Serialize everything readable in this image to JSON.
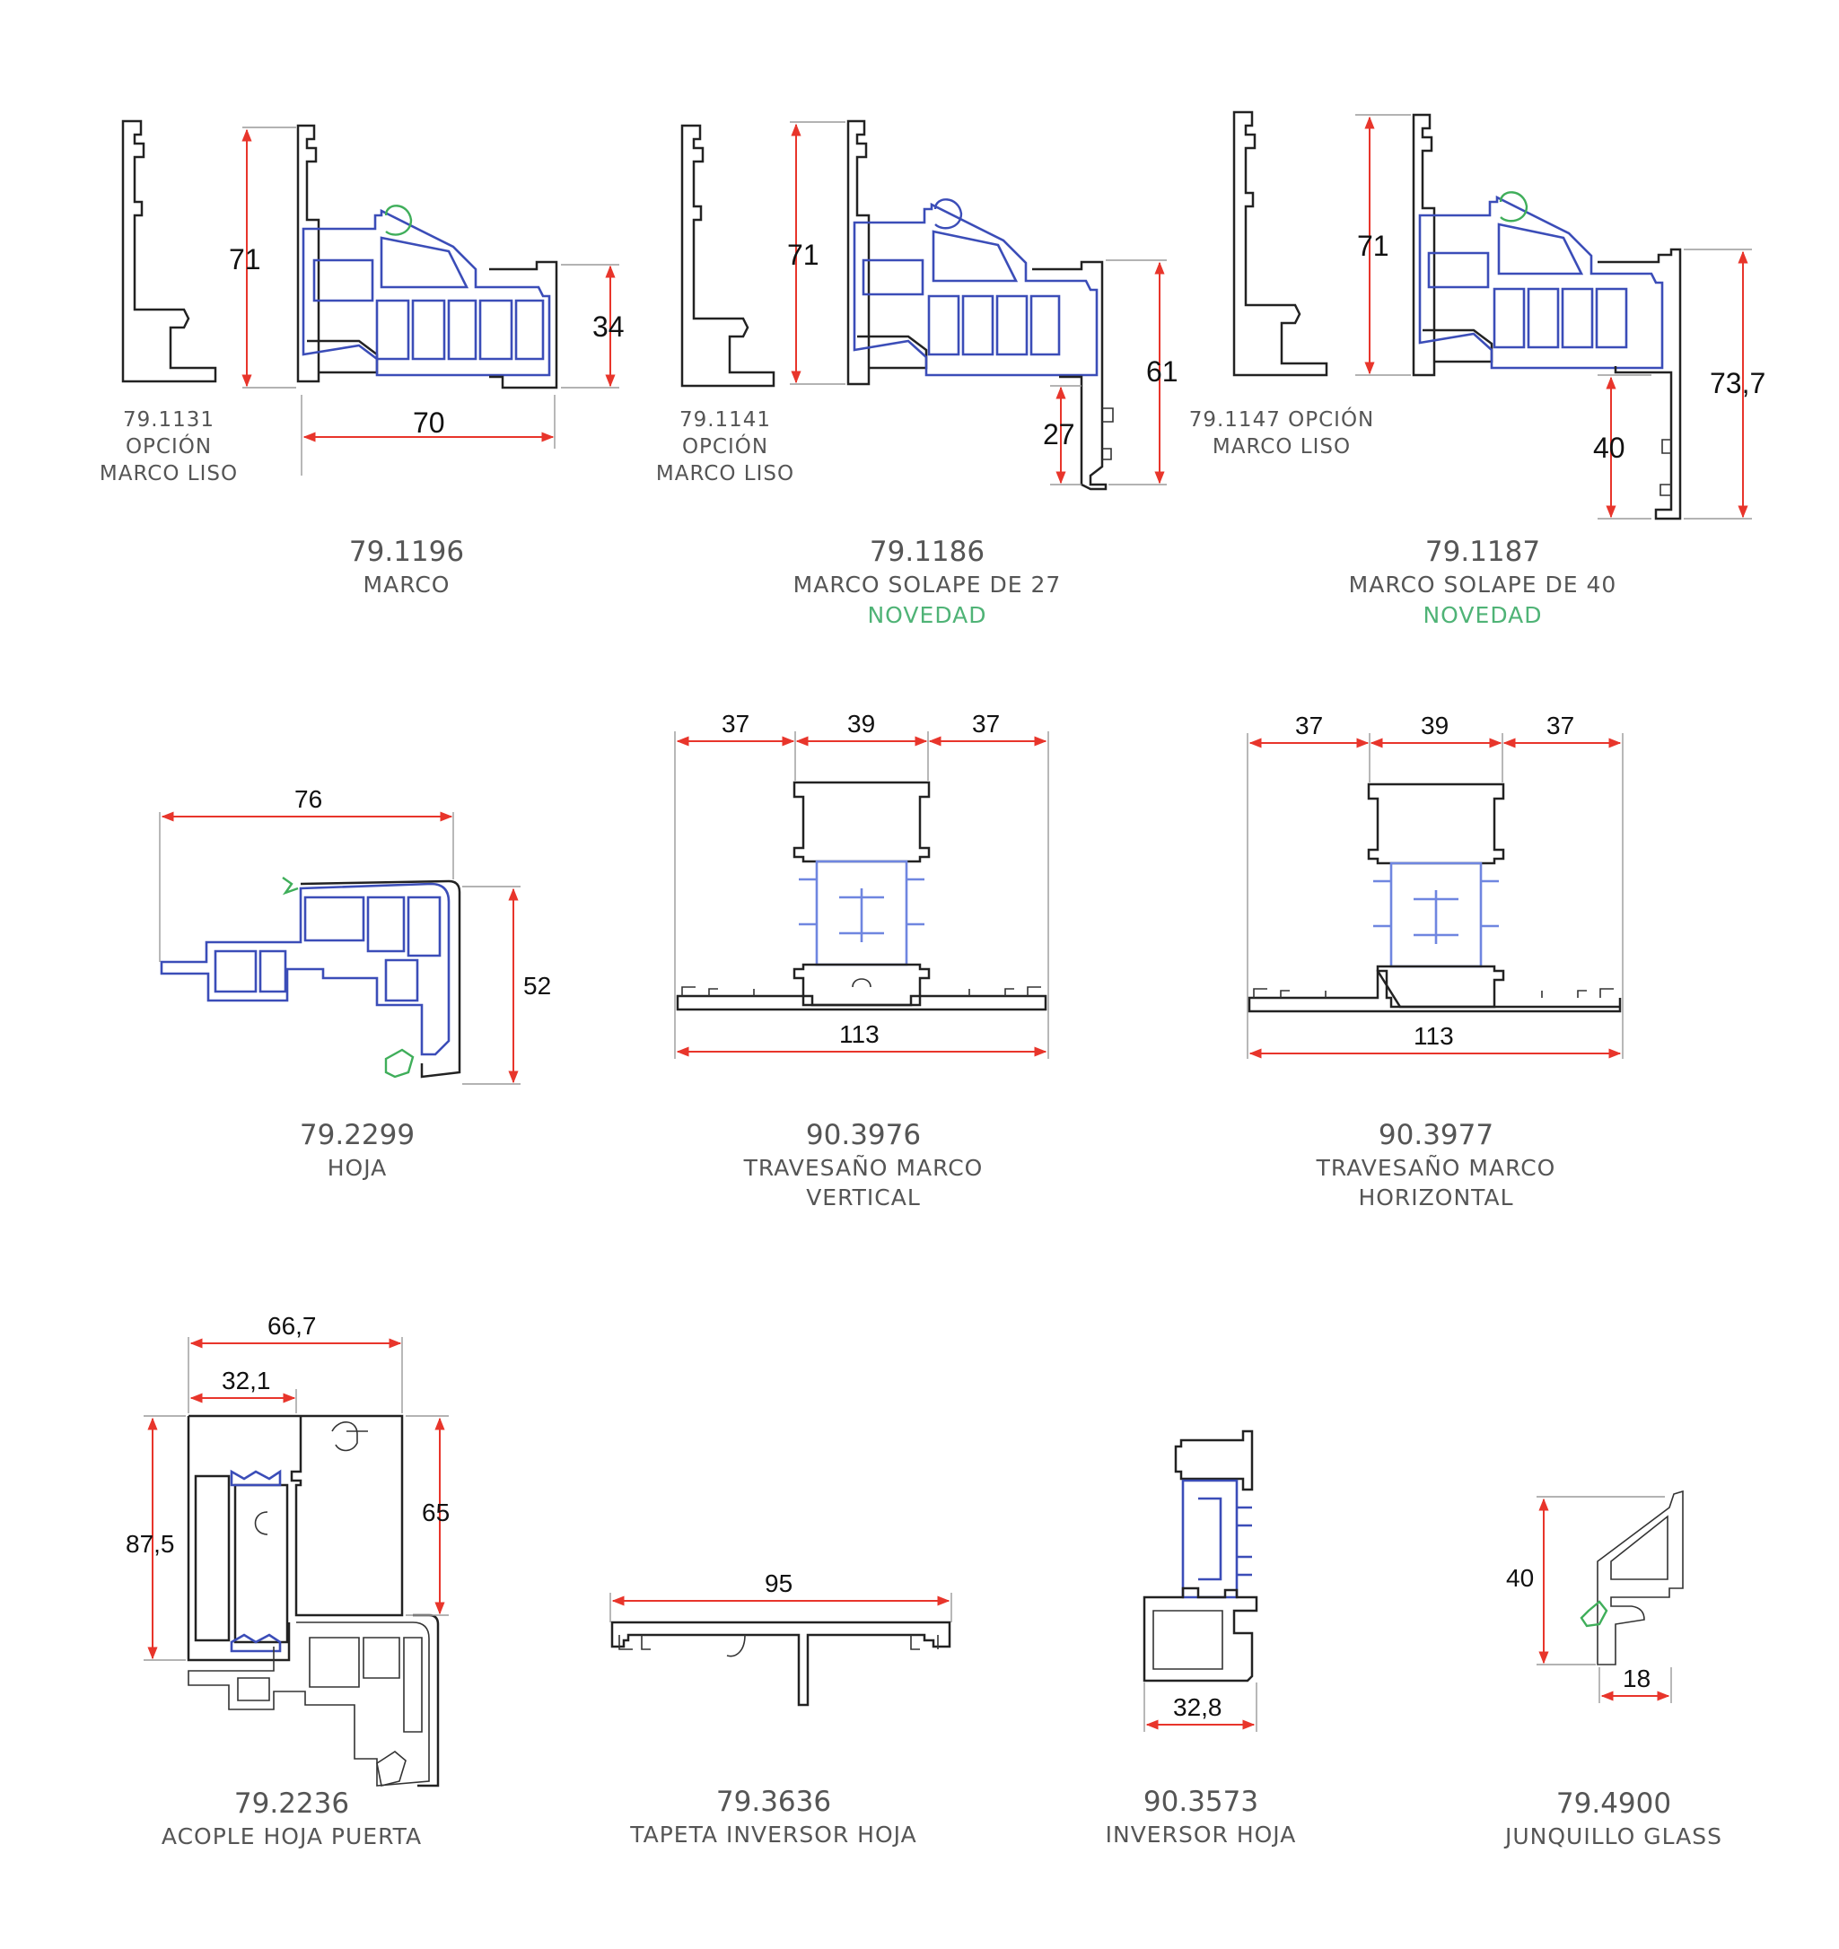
{
  "colors": {
    "dimension": "#e8352b",
    "pvc": "#3b4db8",
    "bridge": "#6f86e0",
    "gasket": "#3fae5a",
    "novedad": "#4fb376",
    "text": "#555555",
    "outline": "#222222"
  },
  "profiles": [
    {
      "id": "p1",
      "code": "79.1196",
      "name_lines": [
        "MARCO"
      ],
      "option_lines": [
        "79.1131",
        "OPCIÓN",
        "MARCO LISO"
      ],
      "dims": [
        "71",
        "34",
        "70"
      ]
    },
    {
      "id": "p2",
      "code": "79.1186",
      "name_lines": [
        "MARCO SOLAPE DE 27"
      ],
      "badge": "NOVEDAD",
      "option_lines": [
        "79.1141",
        "OPCIÓN",
        "MARCO LISO"
      ],
      "dims": [
        "71",
        "61",
        "27"
      ]
    },
    {
      "id": "p3",
      "code": "79.1187",
      "name_lines": [
        "MARCO SOLAPE DE 40"
      ],
      "badge": "NOVEDAD",
      "option_lines": [
        "79.1147 OPCIÓN",
        "MARCO LISO"
      ],
      "dims": [
        "71",
        "73,7",
        "40"
      ]
    },
    {
      "id": "p4",
      "code": "79.2299",
      "name_lines": [
        "HOJA"
      ],
      "dims": [
        "76",
        "52"
      ]
    },
    {
      "id": "p5",
      "code": "90.3976",
      "name_lines": [
        "TRAVESAÑO MARCO",
        "VERTICAL"
      ],
      "dims": [
        "37",
        "39",
        "37",
        "113"
      ]
    },
    {
      "id": "p6",
      "code": "90.3977",
      "name_lines": [
        "TRAVESAÑO MARCO",
        "HORIZONTAL"
      ],
      "dims": [
        "37",
        "39",
        "37",
        "113"
      ]
    },
    {
      "id": "p7",
      "code": "79.2236",
      "name_lines": [
        "ACOPLE HOJA PUERTA"
      ],
      "dims": [
        "66,7",
        "32,1",
        "87,5",
        "65"
      ]
    },
    {
      "id": "p8",
      "code": "79.3636",
      "name_lines": [
        "TAPETA INVERSOR HOJA"
      ],
      "dims": [
        "95"
      ]
    },
    {
      "id": "p9",
      "code": "90.3573",
      "name_lines": [
        "INVERSOR HOJA"
      ],
      "dims": [
        "32,8"
      ]
    },
    {
      "id": "p10",
      "code": "79.4900",
      "name_lines": [
        "JUNQUILLO GLASS"
      ],
      "dims": [
        "40",
        "18"
      ]
    }
  ]
}
